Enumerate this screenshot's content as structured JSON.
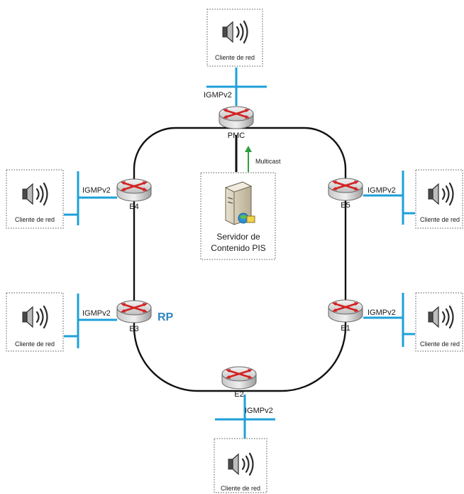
{
  "client_label": "Cliente de red",
  "protocol_label": "IGMPv2",
  "routers": {
    "pmc": "PMC",
    "e1": "E1",
    "e2": "E2",
    "e3": "E3",
    "e4": "E4",
    "e5": "E5"
  },
  "rp_label": "RP",
  "multicast_label": "Multicast",
  "server": {
    "line1": "Servidor de",
    "line2": "Contenido PIS"
  },
  "colors": {
    "lan": "#1ea0d8",
    "rp": "#2e86c1",
    "arrow": "#2e9e3e",
    "router_arrows": "#d32222"
  },
  "icons": {
    "client": "speaker-icon",
    "router": "router-icon",
    "server": "server-icon"
  }
}
